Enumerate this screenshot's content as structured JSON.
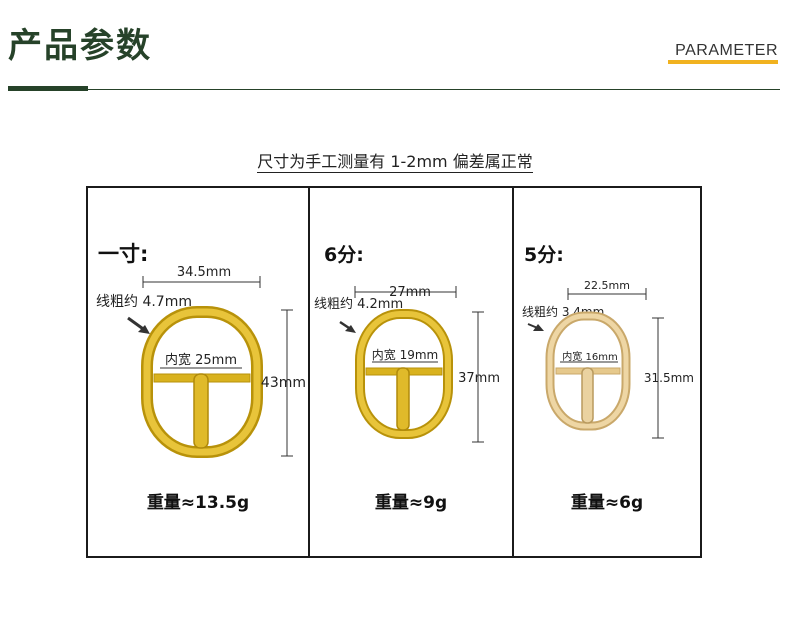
{
  "header": {
    "title": "产品参数",
    "label": "PARAMETER"
  },
  "note": "尺寸为手工测量有 1-2mm 偏差属正常",
  "colors": {
    "header_green": "#264229",
    "accent_yellow": "#f1b21f",
    "gold_buckle": "#d9b21e",
    "light_gold_buckle": "#e6c98c"
  },
  "items": [
    {
      "name": "一寸:",
      "width": "34.5mm",
      "wire": "线粗约 4.7mm",
      "inner": "内宽 25mm",
      "height": "43mm",
      "weight": "重量≈13.5g"
    },
    {
      "name": "6分:",
      "width": "27mm",
      "wire": "线粗约 4.2mm",
      "inner": "内宽 19mm",
      "height": "37mm",
      "weight": "重量≈9g"
    },
    {
      "name": "5分:",
      "width": "22.5mm",
      "wire": "线粗约 3.4mm",
      "inner": "内宽 16mm",
      "height": "31.5mm",
      "weight": "重量≈6g"
    }
  ]
}
